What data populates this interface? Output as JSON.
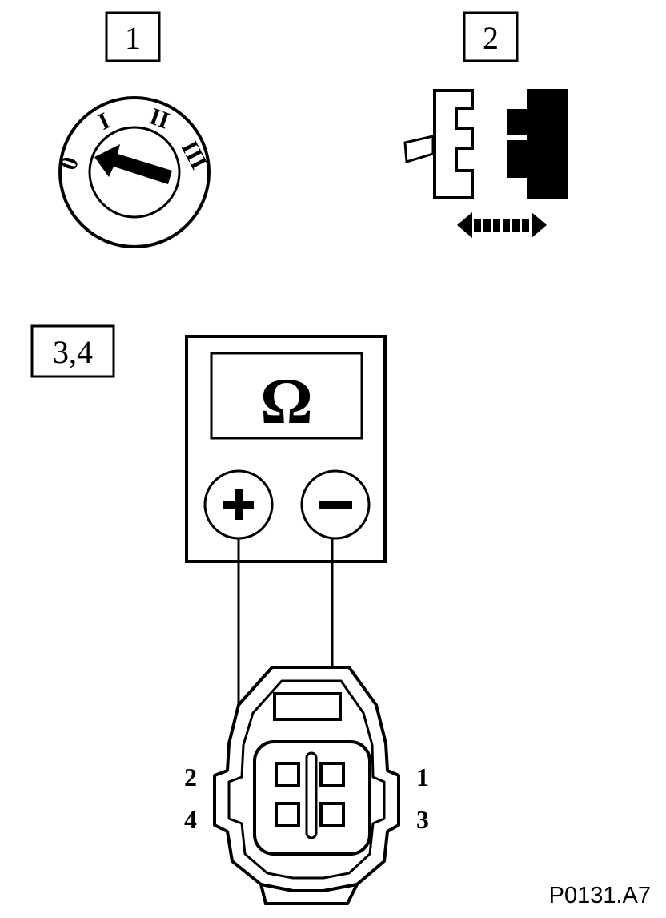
{
  "steps": {
    "step1": "1",
    "step2": "2",
    "step34": "3,4"
  },
  "ignition": {
    "positions": [
      "0",
      "I",
      "II",
      "III"
    ]
  },
  "meter": {
    "unit_symbol": "Ω",
    "plus_symbol": "+",
    "minus_symbol": "−"
  },
  "connector": {
    "pins": {
      "left_top": "2",
      "left_bottom": "4",
      "right_top": "1",
      "right_bottom": "3"
    }
  },
  "figure_code": "P0131.A7",
  "icons": {
    "ignition_switch": "ignition-key-switch-icon",
    "connector_disconnect": "connector-disconnect-icon",
    "double_arrow": "double-arrow-icon"
  },
  "colors": {
    "ink": "#000000",
    "paper": "#ffffff"
  }
}
